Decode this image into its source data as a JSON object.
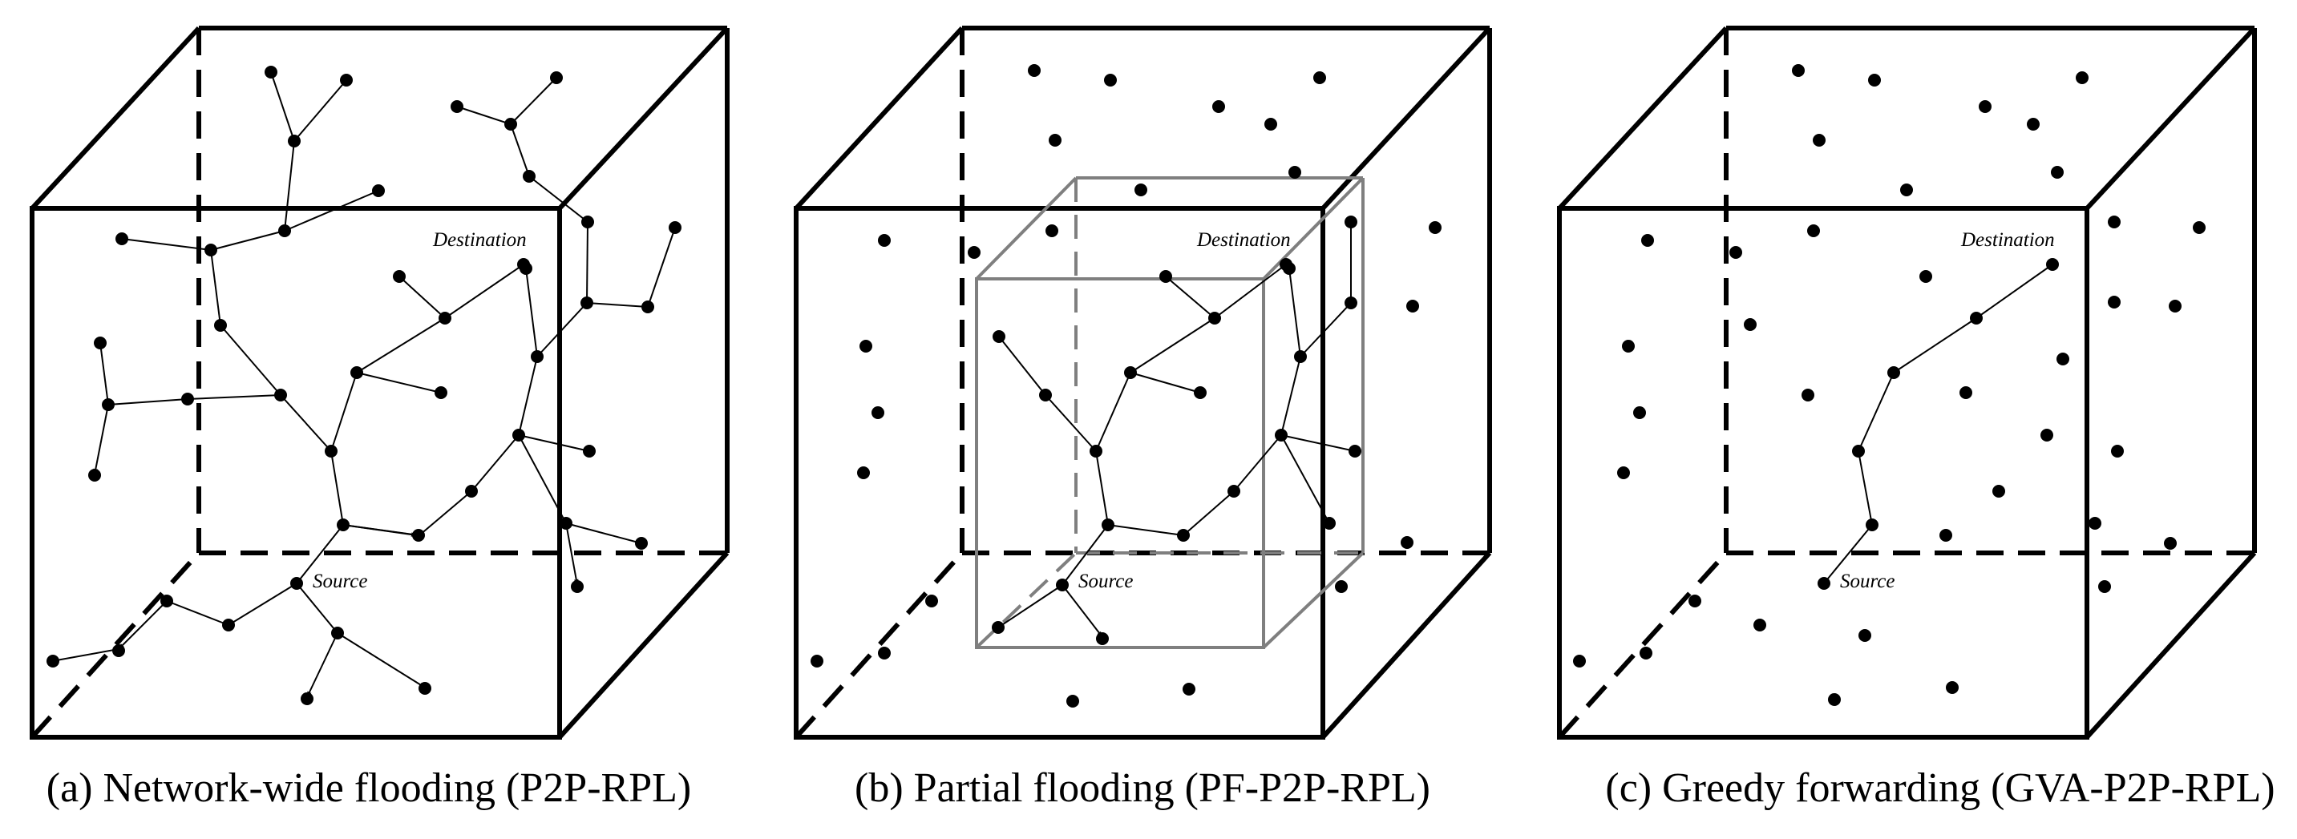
{
  "panels": [
    {
      "caption": "(a) Network-wide flooding (P2P-RPL)",
      "source_label": "Source",
      "destination_label": "Destination"
    },
    {
      "caption": "(b) Partial flooding (PF-P2P-RPL)",
      "source_label": "Source",
      "destination_label": "Destination"
    },
    {
      "caption": "(c) Greedy forwarding (GVA-P2P-RPL)",
      "source_label": "Source",
      "destination_label": "Destination"
    }
  ]
}
